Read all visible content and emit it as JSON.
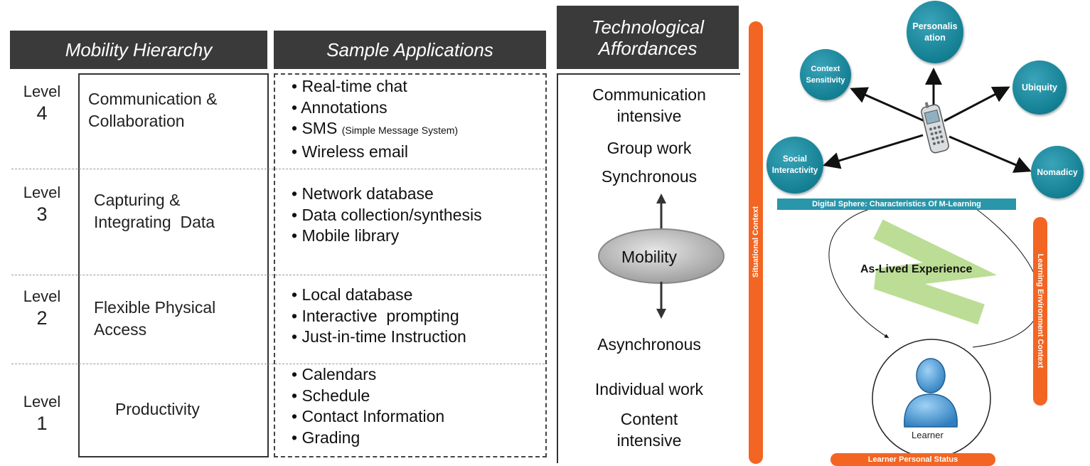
{
  "table": {
    "headers": {
      "hierarchy": "Mobility Hierarchy",
      "applications": "Sample Applications",
      "affordances_line1": "Technological",
      "affordances_line2": "Affordances"
    },
    "level_word": "Level",
    "rows": [
      {
        "level": "4",
        "category_line1": "Communication &",
        "category_line2": "Collaboration",
        "apps": [
          "• Real-time chat",
          "• Annotations",
          "• SMS",
          "• Wireless email"
        ],
        "sms_note": "(Simple Message System)"
      },
      {
        "level": "3",
        "category_line1": "Capturing &",
        "category_line2": "Integrating  Data",
        "apps": [
          "• Network database",
          "• Data collection/synthesis",
          "• Mobile library"
        ]
      },
      {
        "level": "2",
        "category_line1": "Flexible Physical",
        "category_line2": "Access",
        "apps": [
          "• Local database",
          "• Interactive  prompting",
          "• Just-in-time Instruction"
        ]
      },
      {
        "level": "1",
        "category_line1": "Productivity",
        "category_line2": "",
        "apps": [
          "• Calendars",
          "• Schedule",
          "• Contact Information",
          "• Grading"
        ]
      }
    ],
    "affordances": {
      "comm_line1": "Communication",
      "comm_line2": "intensive",
      "group": "Group work",
      "sync": "Synchronous",
      "mobility": "Mobility",
      "async": "Asynchronous",
      "individual": "Individual work",
      "content_line1": "Content",
      "content_line2": "intensive"
    }
  },
  "diagram": {
    "nodes": {
      "personalisation_line1": "Personalis",
      "personalisation_line2": "ation",
      "context_line1": "Context",
      "context_line2": "Sensitivity",
      "ubiquity": "Ubiquity",
      "social_line1": "Social",
      "social_line2": "Interactivity",
      "nomadicy": "Nomadicy"
    },
    "digital_sphere": "Digital Sphere: Characteristics Of M-Learning",
    "situational_context": "Situational Context",
    "learning_env_context": "Learning Environment Context",
    "as_lived": "As-Lived Experience",
    "learner": "Learner",
    "learner_status": "Learner Personal Status",
    "colors": {
      "teal": "#137f93",
      "orange": "#f26522",
      "green": "#b5d98a"
    }
  }
}
